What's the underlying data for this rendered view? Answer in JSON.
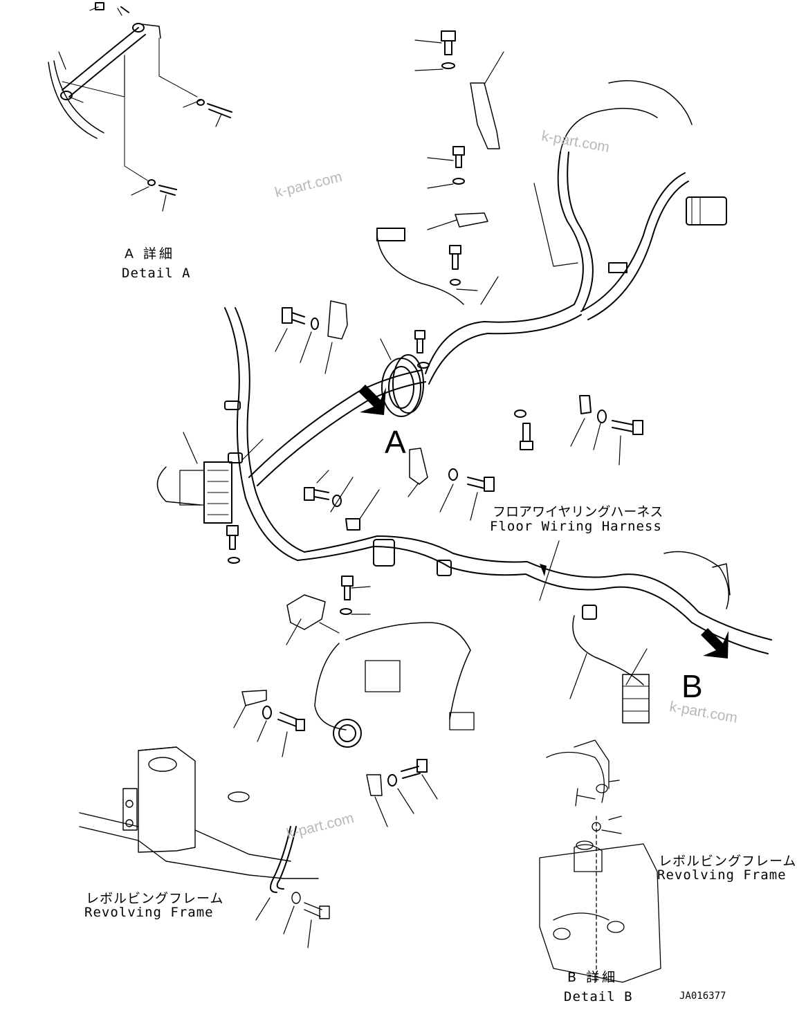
{
  "labels": {
    "detail_a_jp": "A 詳細",
    "detail_a_en": "Detail A",
    "harness_jp": "フロアワイヤリングハーネス",
    "harness_en": "Floor Wiring Harness",
    "frame_right_jp": "レボルビングフレーム",
    "frame_right_en": "Revolving Frame",
    "frame_left_jp": "レボルビングフレーム",
    "frame_left_en": "Revolving Frame",
    "detail_b_jp": "B 詳細",
    "detail_b_en": "Detail B",
    "view_a": "A",
    "view_b": "B",
    "drawing_code": "JA016377"
  },
  "watermarks": [
    "k-part.com",
    "k-part.com",
    "k-part.com",
    "k-part.com"
  ]
}
